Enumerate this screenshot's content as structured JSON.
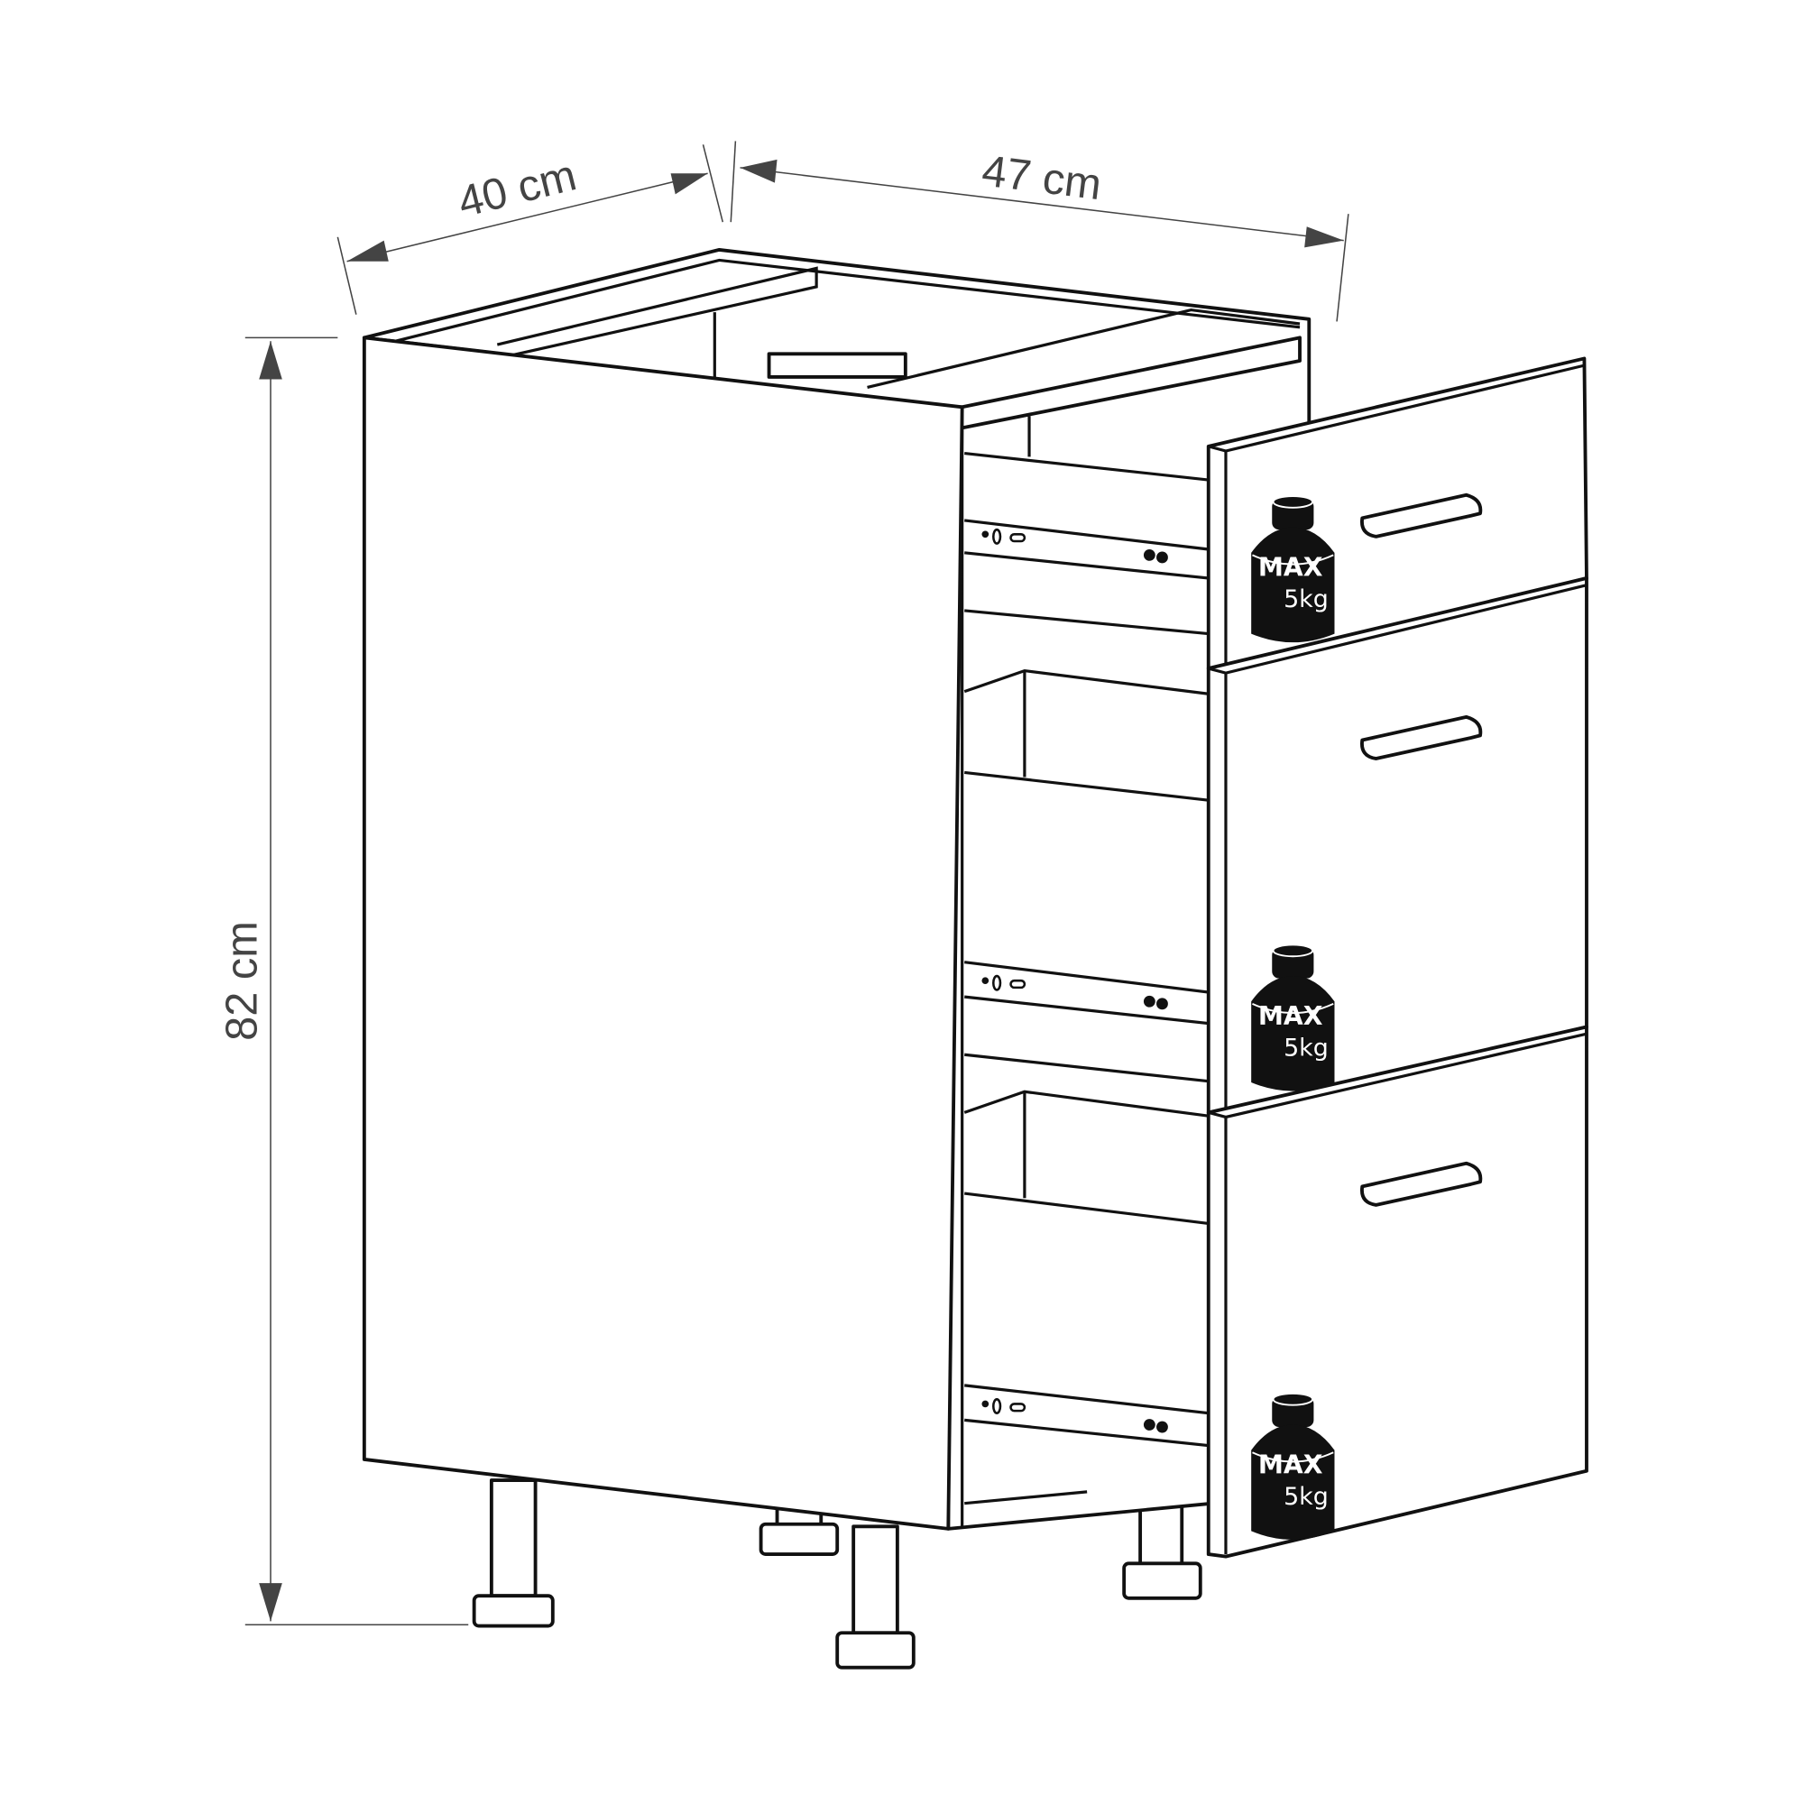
{
  "dimensions": {
    "width": "40 cm",
    "depth": "47 cm",
    "height": "82 cm"
  },
  "drawers": [
    {
      "max_label": "MAX",
      "load": "5kg"
    },
    {
      "max_label": "MAX",
      "load": "5kg"
    },
    {
      "max_label": "MAX",
      "load": "5kg"
    }
  ],
  "colors": {
    "line": "#111111",
    "dimension": "#444444",
    "background": "#ffffff"
  }
}
